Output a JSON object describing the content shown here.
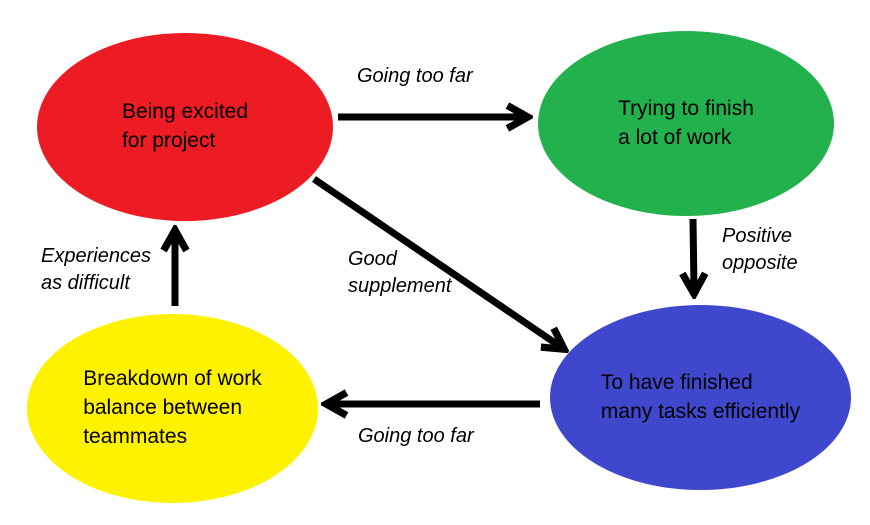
{
  "diagram": {
    "background_color": "#ffffff",
    "arrow_color": "#000000",
    "text_color": "#000000",
    "nodes": [
      {
        "id": "being-excited",
        "label": "Being excited\nfor project",
        "color": "#ed1c24",
        "color_name": "red"
      },
      {
        "id": "trying-to-finish",
        "label": "Trying to finish\na lot of work",
        "color": "#22b14c",
        "color_name": "green"
      },
      {
        "id": "finished-efficiently",
        "label": "To have finished\nmany tasks efficiently",
        "color": "#3f48cc",
        "color_name": "blue"
      },
      {
        "id": "work-balance-breakdown",
        "label": "Breakdown of work\nbalance between\nteammates",
        "color": "#fff200",
        "color_name": "yellow"
      }
    ],
    "edges": [
      {
        "from": "being-excited",
        "to": "trying-to-finish",
        "label": "Going too far"
      },
      {
        "from": "trying-to-finish",
        "to": "finished-efficiently",
        "label": "Positive\nopposite"
      },
      {
        "from": "being-excited",
        "to": "finished-efficiently",
        "label": "Good\nsupplement"
      },
      {
        "from": "finished-efficiently",
        "to": "work-balance-breakdown",
        "label": "Going too far"
      },
      {
        "from": "work-balance-breakdown",
        "to": "being-excited",
        "label": "Experiences\nas difficult"
      }
    ]
  }
}
